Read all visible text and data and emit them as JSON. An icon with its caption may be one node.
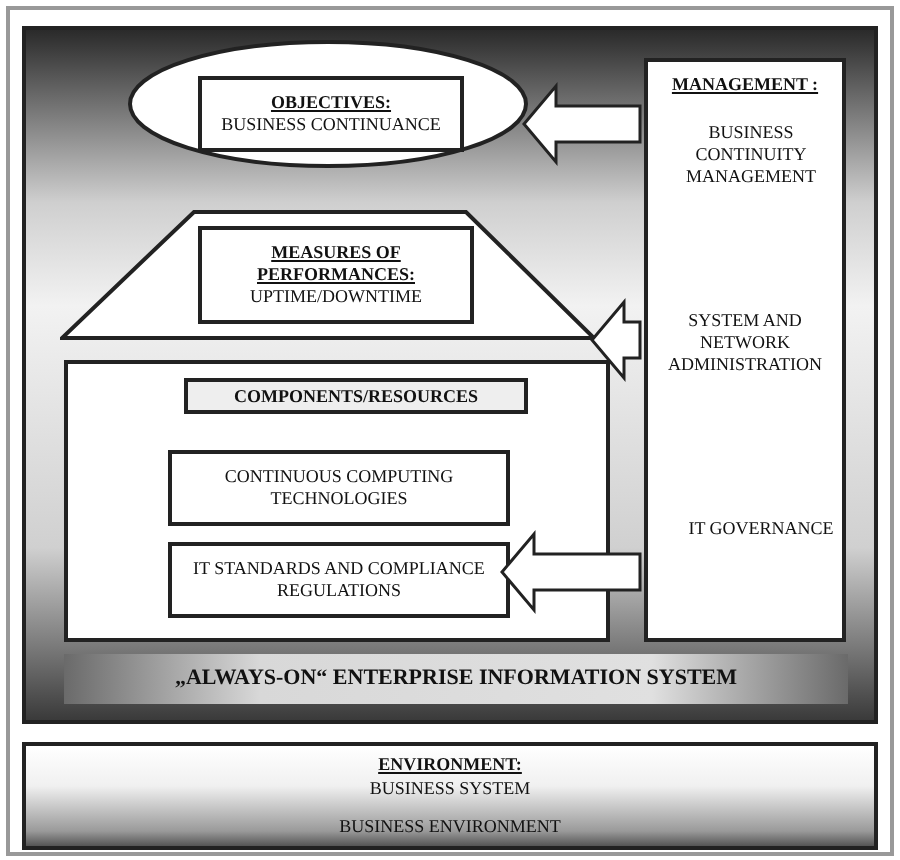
{
  "diagram": {
    "nodes": [
      {
        "text": [
          "„ALWAYS-ON“ ENTERPRISE INFORMATION SYSTEM"
        ]
      },
      {
        "text": [],
        "shape": "ellipse",
        "in": 0
      },
      {
        "text": [
          "OBJECTIVES:",
          "BUSINESS CONTINUANCE"
        ],
        "in": 1
      },
      {
        "text": [],
        "shape": "trapezoid",
        "in": 0
      },
      {
        "text": [
          "MEASURES OF PERFORMANCES:",
          "UPTIME/DOWNTIME"
        ],
        "in": 3
      },
      {
        "text": [],
        "shape": "box",
        "in": 0
      },
      {
        "text": [
          "COMPONENTS/RESOURCES"
        ],
        "in": 5
      },
      {
        "text": [
          "CONTINUOUS COMPUTING TECHNOLOGIES"
        ],
        "in": 5
      },
      {
        "text": [
          "IT STANDARDS AND COMPLIANCE REGULATIONS"
        ],
        "in": 5
      },
      {
        "text": [
          "MANAGEMENT :",
          "BUSINESS CONTINUITY MANAGEMENT",
          "SYSTEM AND NETWORK ADMINISTRATION",
          "IT GOVERNANCE"
        ],
        "in": 0
      },
      {
        "text": [
          "ENVIRONMENT:",
          "BUSINESS SYSTEM",
          "BUSINESS ENVIRONMENT"
        ]
      }
    ],
    "edges": [
      {
        "from": 9,
        "to": 1,
        "arrow": "to"
      },
      {
        "from": 9,
        "to": 3,
        "arrow": "to"
      },
      {
        "from": 9,
        "to": 8,
        "arrow": "to"
      }
    ]
  }
}
